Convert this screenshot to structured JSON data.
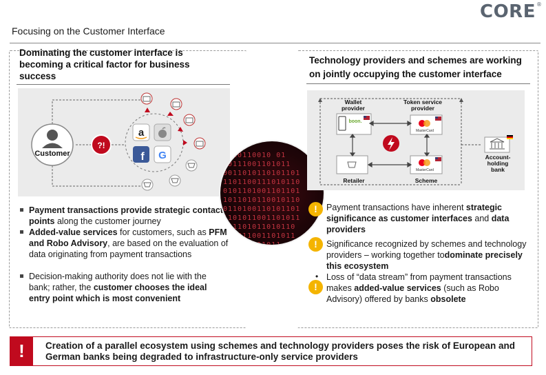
{
  "brand": {
    "name": "CORE",
    "mark": "®"
  },
  "page_title": "Focusing on the Customer Interface",
  "left": {
    "heading": [
      "Dominating the customer interface is",
      "becoming a critical factor for business",
      "success"
    ],
    "diagram": {
      "customer_label": "Customer",
      "question_badge": "?!"
    },
    "bullets": [
      {
        "b1": "Payment transactions provide strategic contact points",
        "t1": " along the customer journey"
      },
      {
        "b1": "Added-value services",
        "t1": " for customers, such as ",
        "b2": "PFM and Robo Advisory",
        "t2": ", are based on the evaluation of data originating from payment transactions"
      },
      {
        "t1": "Decision-making authority does not lie with the bank; rather, the ",
        "b1": "customer chooses the ideal entry point which is most convenient"
      }
    ]
  },
  "right": {
    "heading": [
      "Technology providers and schemes are working",
      "on jointly occupying the customer interface"
    ],
    "diagram": {
      "wallet_label": [
        "Wallet",
        "provider"
      ],
      "token_label": [
        "Token service",
        "provider"
      ],
      "retailer_label": "Retailer",
      "scheme_label": "Scheme",
      "bank_label": [
        "Account-",
        "holding",
        "bank"
      ],
      "card_brand": "MasterCard",
      "boon_text": "boon."
    },
    "points": [
      {
        "t1": "Payment transactions have inherent ",
        "b1": "strategic significance as customer interfaces",
        "t2": " and ",
        "b2": "data providers"
      },
      {
        "t1": "Significance recognized by schemes and technology providers – working together to",
        "b1": "dominate precisely this ecosystem"
      },
      {
        "t1": "Loss of “data stream” from payment transactions makes ",
        "b1": "added-value services",
        "t2": " (such as Robo Advisory) offered by banks ",
        "b2": "obsolete"
      }
    ],
    "warn_glyph": "!",
    "bullet_glyph": "•"
  },
  "sphere_digits": "  10110010 01\n 0111001101011\n0011010110101101\n1101100111010110\n0101101001101101\n1011010110010110\n0110100110101101\n1101011001101011\n 01101011010110\n  1011001101011\n    01101011",
  "bottom": {
    "glyph": "!",
    "text": "Creation of a parallel ecosystem using schemes and technology providers poses the risk of European and German banks being degraded to infrastructure-only service providers"
  },
  "colors": {
    "accent_red": "#c00a1e",
    "warn_yellow": "#f4b400",
    "logo_gray": "#5a6470",
    "panel_bg": "#ebebeb"
  },
  "icons": [
    "bank-icon",
    "cart-icon",
    "person-icon",
    "amazon-icon",
    "apple-icon",
    "facebook-icon",
    "google-icon",
    "phone-icon",
    "lightning-icon",
    "flag-us-icon",
    "flag-de-icon",
    "mastercard-icon"
  ]
}
